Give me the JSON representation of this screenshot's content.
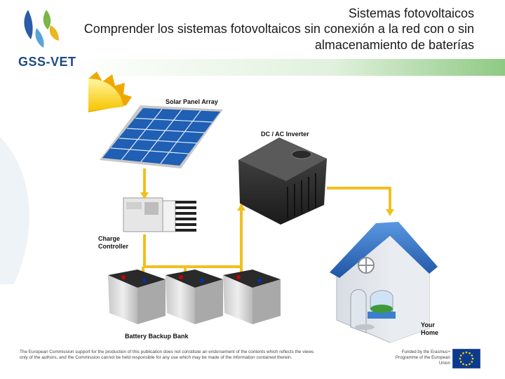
{
  "header": {
    "title": "Sistemas fotovoltaicos",
    "subtitle": "Comprender los sistemas fotovoltaicos sin conexión a la red con o sin almacenamiento de baterías"
  },
  "logo": {
    "text": "GSS-VET"
  },
  "diagram": {
    "labels": {
      "solar_panel": "Solar Panel Array",
      "inverter": "DC / AC Inverter",
      "charge_controller_1": "Charge",
      "charge_controller_2": "Controller",
      "battery_bank": "Battery Backup Bank",
      "home_1": "Your",
      "home_2": "Home"
    }
  },
  "footer": {
    "disclaimer": "The European Commission support for the production of this publication does not constitute an endorsement of the contents which reflects the views only of the authors, and the Commission cannot be held responsible for any use which may be made of the information contained therein.",
    "funded_by": "Funded by the Erasmus+ Programme of the European Union"
  },
  "colors": {
    "panel_blue": "#1f5fb4",
    "wire_yellow": "#f0c020",
    "roof_blue": "#2e6fc4",
    "logo_blue": "#1e4a86",
    "logo_green": "#7ab648",
    "eu_blue": "#0b3a8f",
    "eu_star": "#ffd700"
  }
}
